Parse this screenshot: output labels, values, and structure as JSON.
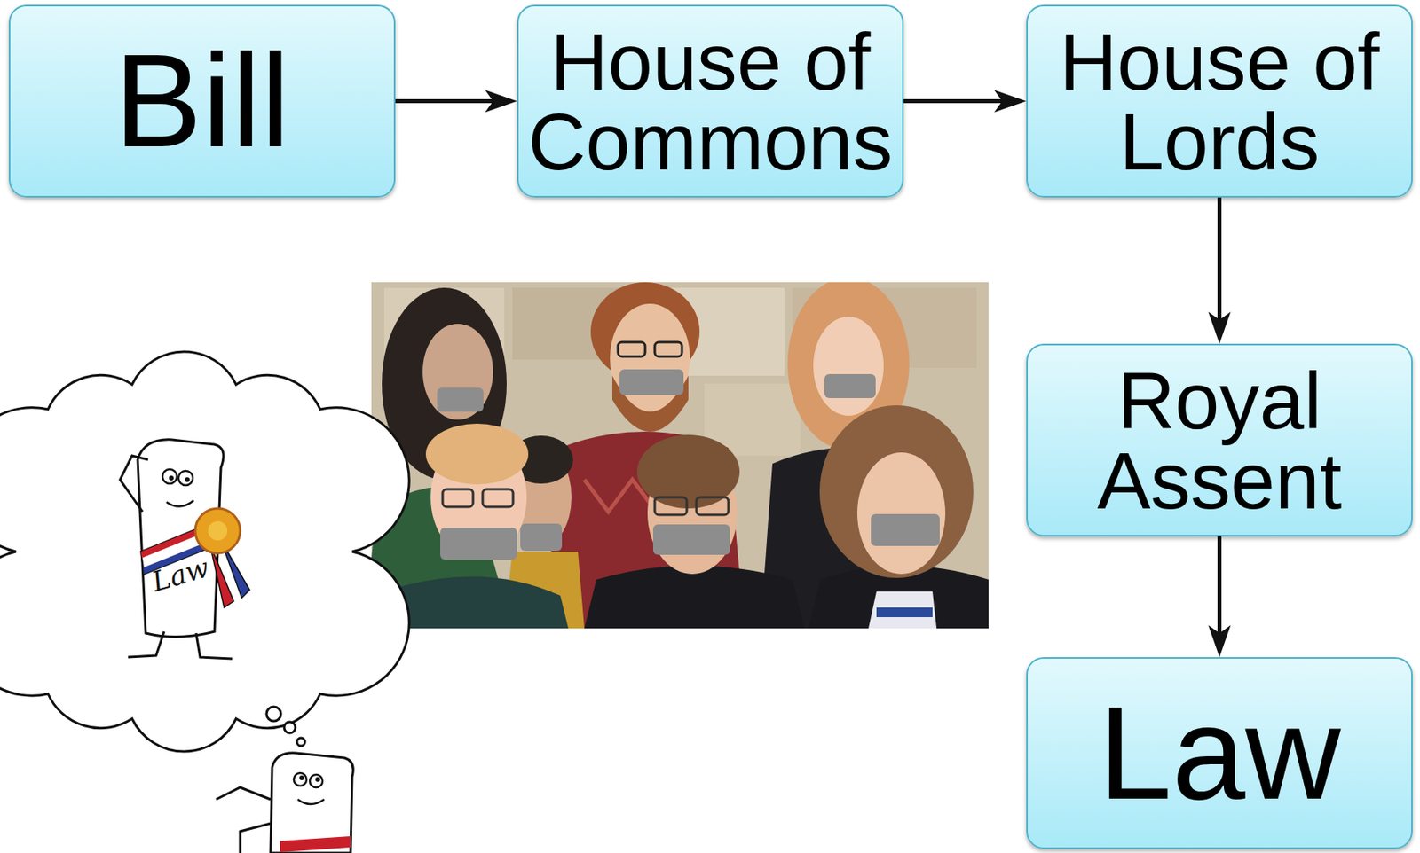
{
  "diagram": {
    "nodes": [
      {
        "text": [
          "Bill"
        ]
      },
      {
        "text": [
          "House of Commons"
        ]
      },
      {
        "text": [
          "House of Lords"
        ]
      },
      {
        "text": [
          "Royal Assent"
        ]
      },
      {
        "text": [
          "Law"
        ]
      }
    ],
    "edges": [
      {
        "from": 0,
        "to": 1,
        "arrow": "to"
      },
      {
        "from": 1,
        "to": 2,
        "arrow": "to"
      },
      {
        "from": 2,
        "to": 3,
        "arrow": "to"
      },
      {
        "from": 3,
        "to": 4,
        "arrow": "to"
      }
    ],
    "labels": [
      "Law"
    ]
  }
}
